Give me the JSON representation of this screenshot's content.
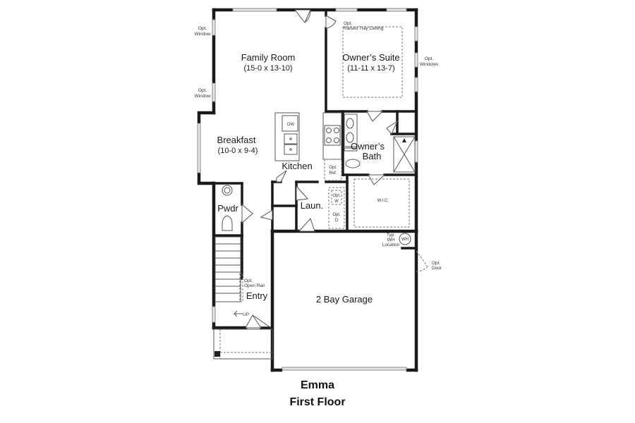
{
  "plan": {
    "name": "Emma",
    "floor": "First Floor"
  },
  "rooms": {
    "family_room": {
      "name": "Family Room",
      "dims": "(15-0 x 13-10)"
    },
    "owners_suite": {
      "name": "Owner’s Suite",
      "dims": "(11-11 x 13-7)"
    },
    "breakfast": {
      "name": "Breakfast",
      "dims": "(10-0 x 9-4)"
    },
    "kitchen": {
      "name": "Kitchen"
    },
    "owners_bath": {
      "line1": "Owner’s",
      "line2": "Bath"
    },
    "wic": {
      "name": "W.I.C"
    },
    "laundry": {
      "name": "Laun."
    },
    "powder": {
      "name": "Pwdr"
    },
    "entry": {
      "name": "Entry"
    },
    "garage": {
      "name": "2 Bay Garage"
    }
  },
  "notes": {
    "opt_window_top": {
      "line1": "Opt.",
      "line2": "Window"
    },
    "opt_window_mid": {
      "line1": "Opt.",
      "line2": "Window"
    },
    "tray_ceiling": {
      "line1": "Opt.",
      "line2": "Raised Tray Ceiling"
    },
    "opt_windows": {
      "line1": "Opt.",
      "line2": "Windows"
    },
    "dishwasher": "DW",
    "opt_ref": {
      "line1": "Opt.",
      "line2": "Ref."
    },
    "opt_washer": {
      "line1": "Opt.",
      "line2": "W"
    },
    "opt_dryer": {
      "line1": "Opt.",
      "line2": "D"
    },
    "water_heater": {
      "line1": "Typ.",
      "line2": "WH",
      "line3": "Location",
      "symbol": "WH"
    },
    "opt_door": {
      "line1": "Opt.",
      "line2": "Door"
    },
    "open_rail": {
      "line1": "Opt.",
      "line2": "Open Rail"
    },
    "stairs_up": "UP"
  }
}
